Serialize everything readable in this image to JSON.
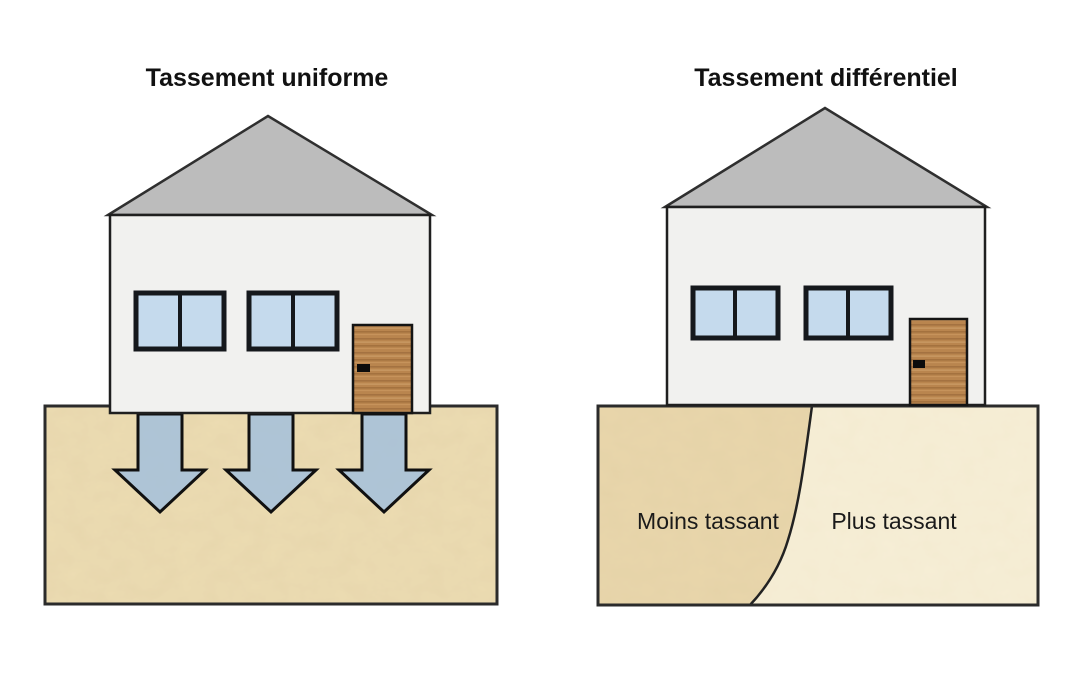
{
  "figure": {
    "background": "#ffffff",
    "panels": [
      {
        "id": "uniform-settlement",
        "title": "Tassement uniforme",
        "arrows": {
          "count": 3,
          "direction": "down"
        },
        "soil_zones": []
      },
      {
        "id": "differential-settlement",
        "title": "Tassement différentiel",
        "arrows": {
          "count": 0,
          "direction": "none"
        },
        "soil_zones": [
          {
            "label": "Moins tassant"
          },
          {
            "label": "Plus tassant"
          }
        ]
      }
    ]
  },
  "colors": {
    "title_text": "#111111",
    "label_text": "#1a1a1a",
    "roof_fill": "#bcbcbc",
    "roof_stroke": "#2f2f2f",
    "wall_fill": "#f1f1ef",
    "wall_stroke": "#1f1f1f",
    "window_fill": "#c5daed",
    "window_frame": "#15181c",
    "door_fill": "#b9854e",
    "door_stroke": "#141414",
    "handle_fill": "#0c0c0c",
    "soil_fill": "#ecdcb2",
    "soil_less_fill": "#e9d6ab",
    "soil_more_fill": "#f6eed6",
    "soil_stroke": "#2b2b2b",
    "divider_stroke": "#222222",
    "arrow_fill": "#a9c2d8",
    "arrow_stroke": "#101010"
  }
}
